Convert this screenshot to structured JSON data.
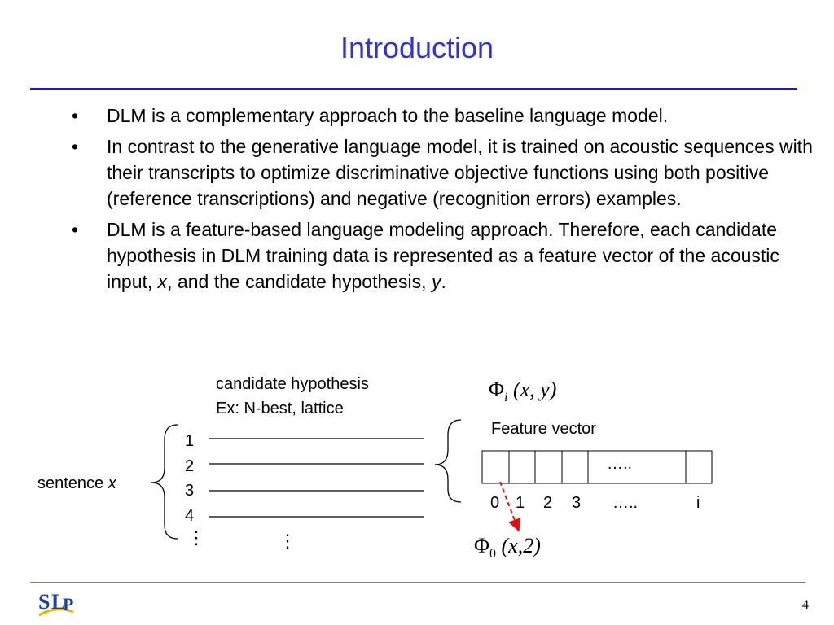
{
  "slide": {
    "title": "Introduction",
    "page_number": "4"
  },
  "bullets": [
    {
      "marker": "•",
      "parts": [
        {
          "text": "DLM is a complementary approach to the baseline language model."
        }
      ]
    },
    {
      "marker": "•",
      "parts": [
        {
          "text": "In contrast to the generative language model, it is trained on acoustic sequences with their transcripts to optimize discriminative objective functions using both positive (reference transcriptions) and negative (recognition errors) examples."
        }
      ]
    },
    {
      "marker": "•",
      "parts": [
        {
          "text": "DLM is a feature-based language modeling approach. Therefore, each candidate hypothesis in DLM training data is represented as a feature vector of the acoustic input, "
        },
        {
          "text": "x",
          "italic": true
        },
        {
          "text": ", and the candidate hypothesis, "
        },
        {
          "text": "y",
          "italic": true
        },
        {
          "text": "."
        }
      ]
    }
  ],
  "diagram": {
    "candidate_label_line1": "candidate hypothesis",
    "candidate_label_line2": "Ex: N-best, lattice",
    "sentence_label": "sentence ",
    "sentence_var": "x",
    "hypothesis_numbers": [
      "1",
      "2",
      "3",
      "4"
    ],
    "vdots": "⋮",
    "feature_function": {
      "symbol": "Φ",
      "subscript": "i",
      "args": "(x, y)"
    },
    "feature_vector_label": "Feature vector",
    "vector_ellipsis": "…..",
    "index_labels": [
      "0",
      "1",
      "2",
      "3",
      "…..",
      "i"
    ],
    "example_function": {
      "symbol": "Φ",
      "subscript": "0",
      "args": "(x,2)"
    }
  },
  "colors": {
    "title": "#3333cc",
    "rule": "#1f1fa8",
    "arrow": "#e01010"
  },
  "logo": {
    "text": "SLP",
    "icon": "slp-logo"
  }
}
